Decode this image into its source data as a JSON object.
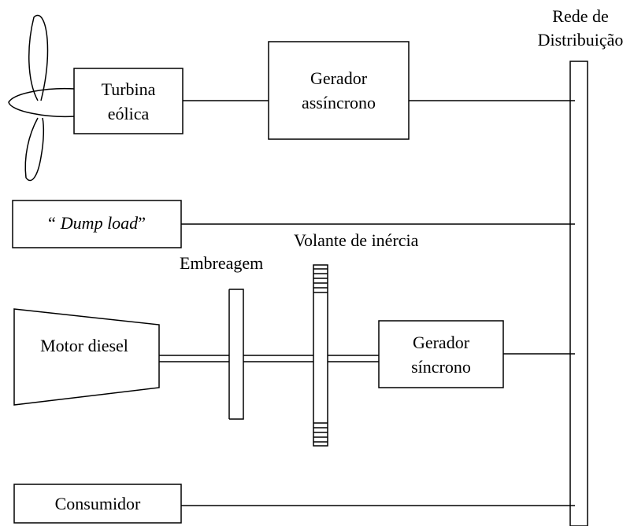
{
  "diagram": {
    "bus_label_line1": "Rede de",
    "bus_label_line2": "Distribuição",
    "turbine_label_line1": "Turbina",
    "turbine_label_line2": "eólica",
    "async_gen_label_line1": "Gerador",
    "async_gen_label_line2": "assíncrono",
    "dump_load_quote_open": "“",
    "dump_load_label": "Dump load",
    "dump_load_quote_close": "”",
    "flywheel_label": "Volante de inércia",
    "clutch_label": "Embreagem",
    "diesel_label": "Motor diesel",
    "sync_gen_label_line1": "Gerador",
    "sync_gen_label_line2": "síncrono",
    "consumer_label": "Consumidor"
  },
  "colors": {
    "stroke": "#000000",
    "background": "#ffffff"
  }
}
